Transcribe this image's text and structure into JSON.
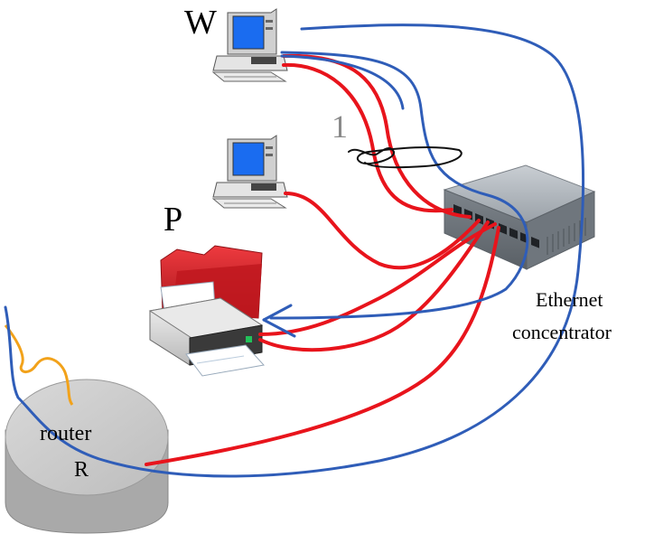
{
  "labels": {
    "computer_w": "W",
    "computer_p": "P",
    "annotation": "1",
    "hub_line1": "Ethernet",
    "hub_line2": "concentrator",
    "router_line1": "router",
    "router_line2": "R"
  },
  "colors": {
    "cable_red": "#e8141c",
    "cable_blue": "#2f5db8",
    "cable_orange": "#f2a21a",
    "screen_blue": "#1a6cf0",
    "hub_gray": "#8d949c",
    "router_gray": "#c4c4c4",
    "folder_red": "#d21f27"
  },
  "icons": [
    "desktop-computer-icon",
    "desktop-computer-icon",
    "printer-icon",
    "folder-icon",
    "ethernet-switch-icon",
    "router-icon",
    "arrow-icon"
  ]
}
